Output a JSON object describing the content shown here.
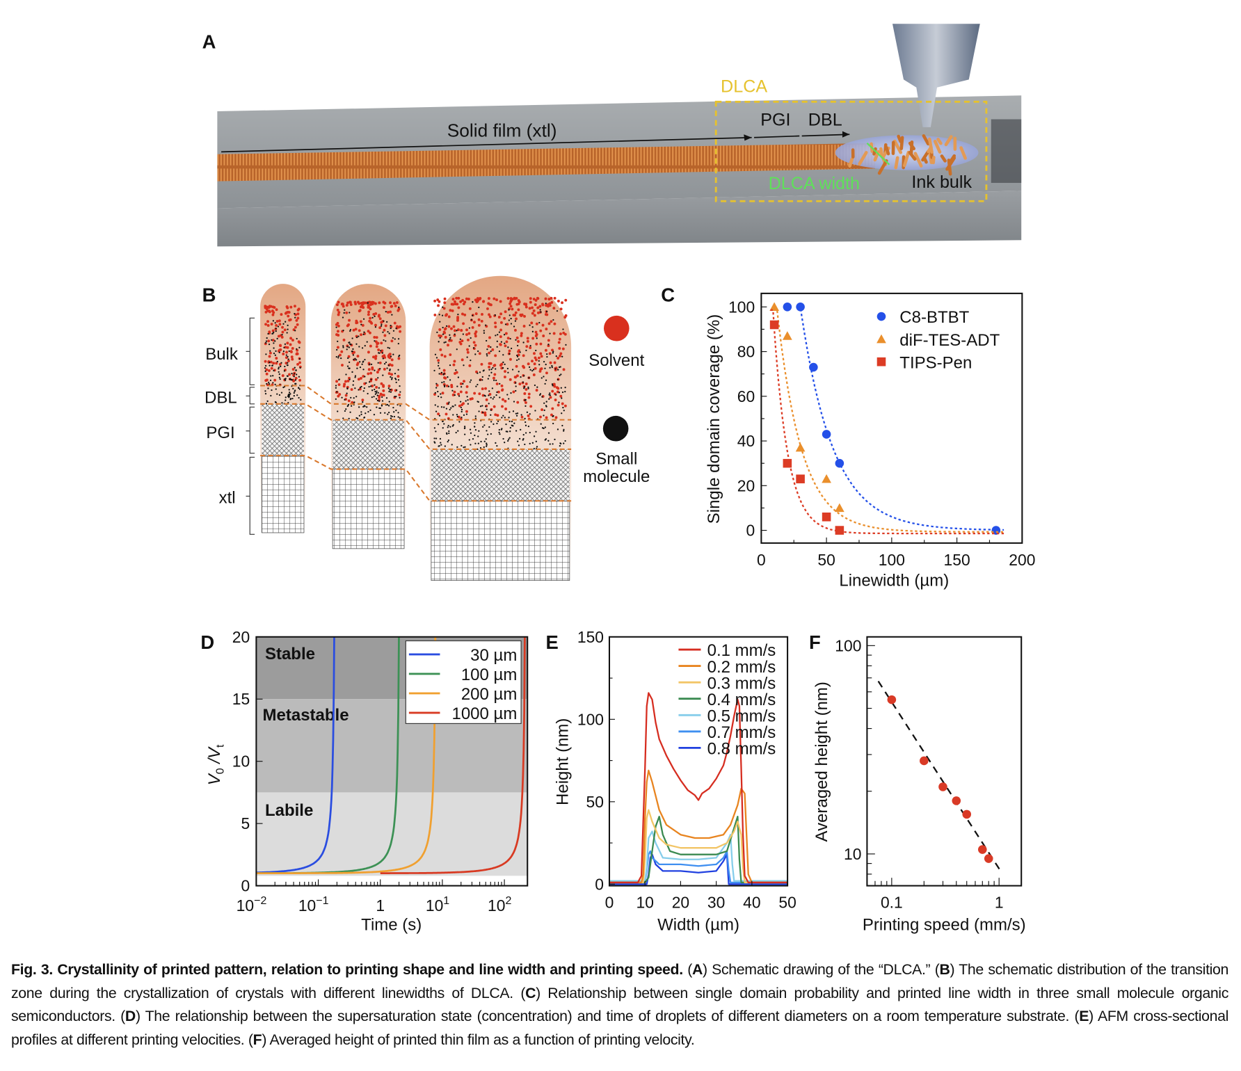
{
  "panel_letters": {
    "a": "A",
    "b": "B",
    "c": "C",
    "d": "D",
    "e": "E",
    "f": "F"
  },
  "panel_a": {
    "dlca": "DLCA",
    "solid_film": "Solid film (xtl)",
    "pgi": "PGI",
    "dbl": "DBL",
    "dlca_width": "DLCA width",
    "ink_bulk": "Ink bulk",
    "colors": {
      "dlca": "#e6c22e",
      "dlca_width": "#5fe05a",
      "crystal": "#c8702a"
    }
  },
  "panel_b": {
    "zones": [
      "Bulk",
      "DBL",
      "PGI",
      "xtl"
    ],
    "legend_solvent": "Solvent",
    "legend_small_molecule_1": "Small",
    "legend_small_molecule_2": "molecule",
    "colors": {
      "solvent": "#d9301e",
      "molecule": "#111111",
      "droplet": "#e7b08e",
      "zone_line": "#d9782c"
    }
  },
  "chart_data": [
    {
      "id": "C",
      "type": "scatter",
      "xlabel": "Linewidth (µm)",
      "ylabel": "Single domain coverage (%)",
      "xlim": [
        0,
        200
      ],
      "ylim": [
        -6,
        106
      ],
      "xticks": [
        0,
        50,
        100,
        150,
        200
      ],
      "yticks": [
        0,
        20,
        40,
        60,
        80,
        100
      ],
      "legend_position": "top-right",
      "series": [
        {
          "name": "C8-BTBT",
          "marker": "circle",
          "color": "#2450e8",
          "x": [
            20,
            30,
            40,
            50,
            60,
            180
          ],
          "y": [
            100,
            100,
            73,
            43,
            30,
            0
          ],
          "fit": {
            "x0": 30,
            "decay": 25
          }
        },
        {
          "name": "diF-TES-ADT",
          "marker": "triangle",
          "color": "#ea8f2c",
          "x": [
            10,
            20,
            30,
            50,
            60
          ],
          "y": [
            100,
            87,
            37,
            23,
            10
          ],
          "fit": {
            "x0": 12,
            "decay": 19
          }
        },
        {
          "name": "TIPS-Pen",
          "marker": "square",
          "color": "#dc3c25",
          "x": [
            10,
            20,
            30,
            50,
            60
          ],
          "y": [
            92,
            30,
            23,
            6,
            0
          ],
          "fit": {
            "x0": 9,
            "decay": 11
          }
        }
      ]
    },
    {
      "id": "D",
      "type": "line",
      "xlabel": "Time (s)",
      "ylabel": [
        {
          "t": "V"
        },
        {
          "t": "0",
          "sub": true
        },
        {
          "t": " /V"
        },
        {
          "t": "t",
          "sub": true
        }
      ],
      "xscale": "log",
      "xlim": [
        0.01,
        245
      ],
      "ylim": [
        0,
        20
      ],
      "xticks": [
        0.01,
        0.1,
        1,
        10,
        100
      ],
      "xtick_labels": [
        {
          "text": "10",
          "sup": "−2"
        },
        {
          "text": "10",
          "sup": "−1"
        },
        {
          "text": "1",
          "sup": ""
        },
        {
          "text": "10",
          "sup": "1"
        },
        {
          "text": "10",
          "sup": "2"
        }
      ],
      "yticks": [
        0,
        5,
        10,
        15,
        20
      ],
      "regions": [
        {
          "name": "Stable",
          "from": 15,
          "to": 20,
          "color": "#9c9c9c"
        },
        {
          "name": "Metastable",
          "from": 7.5,
          "to": 15,
          "color": "#bbbbbb"
        },
        {
          "name": "Labile",
          "from": 0.8,
          "to": 7.5,
          "color": "#dcdcdc"
        }
      ],
      "legend_position": "top-right",
      "series": [
        {
          "name": "30 µm",
          "color": "#2a4de0",
          "t_start": 0.01,
          "t_critical": 0.19
        },
        {
          "name": "100 µm",
          "color": "#3c9155",
          "t_start": 0.01,
          "t_critical": 2.1
        },
        {
          "name": "200 µm",
          "color": "#f0a030",
          "t_start": 0.01,
          "t_critical": 8.1
        },
        {
          "name": "1000 µm",
          "color": "#d83a22",
          "t_start": 1,
          "t_critical": 225
        }
      ]
    },
    {
      "id": "E",
      "type": "line",
      "xlabel": "Width (µm)",
      "ylabel": "Height (nm)",
      "xlim": [
        0,
        50
      ],
      "ylim": [
        0,
        150
      ],
      "xticks": [
        0,
        10,
        20,
        30,
        40,
        50
      ],
      "yticks": [
        0,
        50,
        100,
        150
      ],
      "legend_position": "top-right",
      "series": [
        {
          "name": "0.1 mm/s",
          "color": "#d62d20",
          "x": [
            0,
            8,
            9,
            10,
            10.5,
            11,
            12,
            13,
            14,
            16,
            18,
            20,
            22,
            24,
            25,
            26,
            28,
            30,
            32,
            33,
            34,
            35,
            36,
            36.5,
            37,
            37.5,
            38,
            39,
            50
          ],
          "y": [
            1,
            1,
            5,
            70,
            108,
            116,
            112,
            98,
            88,
            78,
            70,
            63,
            57,
            54,
            51,
            55,
            58,
            64,
            72,
            80,
            90,
            102,
            112,
            108,
            70,
            30,
            5,
            1,
            1
          ]
        },
        {
          "name": "0.2 mm/s",
          "color": "#e8841f",
          "x": [
            0,
            9,
            9.5,
            10,
            10.5,
            11,
            12,
            14,
            16,
            20,
            24,
            28,
            32,
            34,
            36,
            37,
            38,
            38.5,
            39,
            40,
            50
          ],
          "y": [
            1,
            1,
            6,
            40,
            62,
            69,
            62,
            45,
            36,
            30,
            28,
            28,
            30,
            36,
            48,
            58,
            55,
            30,
            6,
            1,
            1
          ]
        },
        {
          "name": "0.3 mm/s",
          "color": "#f2c566",
          "x": [
            0,
            9.5,
            10,
            10.5,
            11,
            12,
            14,
            16,
            20,
            25,
            30,
            33,
            35,
            36,
            37,
            37.5,
            38,
            50
          ],
          "y": [
            1,
            1,
            15,
            40,
            45,
            38,
            28,
            24,
            22,
            22,
            22,
            25,
            32,
            38,
            30,
            10,
            1,
            1
          ]
        },
        {
          "name": "0.4 mm/s",
          "color": "#3a8a50",
          "x": [
            0,
            10,
            11,
            12,
            13,
            14,
            15,
            17,
            20,
            25,
            30,
            33,
            35,
            36,
            36.5,
            37,
            50
          ],
          "y": [
            1,
            1,
            4,
            20,
            35,
            41,
            30,
            20,
            18,
            18,
            18,
            20,
            34,
            41,
            15,
            1,
            1
          ]
        },
        {
          "name": "0.5 mm/s",
          "color": "#86cdea",
          "x": [
            0,
            10,
            10.5,
            11,
            12,
            13,
            15,
            20,
            25,
            30,
            33,
            34,
            34.5,
            35,
            50
          ],
          "y": [
            2,
            2,
            10,
            28,
            32,
            25,
            16,
            15,
            15,
            16,
            25,
            30,
            12,
            2,
            2
          ]
        },
        {
          "name": "0.7 mm/s",
          "color": "#3f8ff0",
          "x": [
            0,
            10,
            10.5,
            11,
            11.5,
            12,
            14,
            20,
            25,
            30,
            32,
            33,
            33.5,
            34,
            50
          ],
          "y": [
            1,
            1,
            8,
            18,
            20,
            16,
            12,
            12,
            11,
            12,
            16,
            20,
            8,
            1,
            1
          ]
        },
        {
          "name": "0.8 mm/s",
          "color": "#2040e0",
          "x": [
            0,
            10.5,
            11,
            11.5,
            12,
            13,
            15,
            20,
            25,
            30,
            32,
            33,
            33.5,
            50
          ],
          "y": [
            0,
            0,
            6,
            16,
            18,
            12,
            8,
            8,
            7,
            8,
            14,
            18,
            0,
            0
          ]
        }
      ]
    },
    {
      "id": "F",
      "type": "scatter",
      "xlabel": "Printing speed (mm/s)",
      "ylabel": "Averaged height (nm)",
      "xscale": "log",
      "yscale": "log",
      "xlim": [
        0.059,
        1.6
      ],
      "ylim": [
        7,
        110
      ],
      "xticks": [
        0.1,
        1
      ],
      "xtick_labels": [
        "0.1",
        "1"
      ],
      "yticks": [
        10,
        100
      ],
      "ytick_labels": [
        "10",
        "100"
      ],
      "series": [
        {
          "name": "data",
          "color": "#d93a26",
          "x": [
            0.1,
            0.2,
            0.3,
            0.4,
            0.5,
            0.7,
            0.8
          ],
          "y": [
            55,
            28,
            21,
            18,
            15.5,
            10.5,
            9.5
          ]
        }
      ],
      "fit": {
        "a": 8.5,
        "b": -0.8,
        "x_from": 0.075,
        "x_to": 1.05
      }
    }
  ],
  "caption": {
    "title": "Fig. 3. Crystallinity of printed pattern, relation to printing shape and line width and printing speed.",
    "parts": [
      {
        "letter": "A",
        "text": "Schematic drawing of the “DLCA.”"
      },
      {
        "letter": "B",
        "text": "The schematic distribution of the transition zone during the crystallization of crystals with different linewidths of DLCA."
      },
      {
        "letter": "C",
        "text": "Relationship between single domain probability and printed line width in three small molecule organic semiconductors."
      },
      {
        "letter": "D",
        "text": "The relationship between the supersaturation state (concentration) and time of droplets of different diameters on a room temperature substrate."
      },
      {
        "letter": "E",
        "text": "AFM cross-sectional profiles at different printing velocities."
      },
      {
        "letter": "F",
        "text": "Averaged height of printed thin film as a function of printing velocity."
      }
    ]
  }
}
